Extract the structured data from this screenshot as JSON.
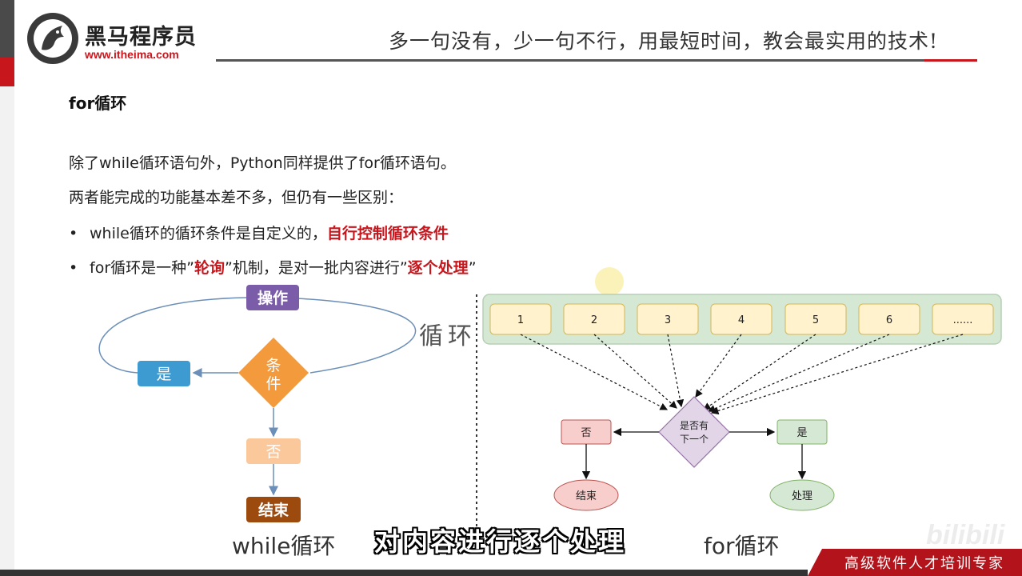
{
  "brand": {
    "name": "黑马程序员",
    "url": "www.itheima.com"
  },
  "slogan": "多一句没有，少一句不行，用最短时间，教会最实用的技术!",
  "section_title": "for循环",
  "paragraphs": [
    "除了while循环语句外，Python同样提供了for循环语句。",
    "两者能完成的功能基本差不多，但仍有一些区别："
  ],
  "bullets": [
    {
      "dot": "•",
      "text": "while循环的循环条件是自定义的，",
      "highlight": "自行控制循环条件",
      "tail": ""
    },
    {
      "dot": "•",
      "text": "for循环是一种”",
      "highlight": "轮询",
      "tail": "”机制，是对一批内容进行”",
      "highlight2": "逐个处理",
      "tail2": "”"
    }
  ],
  "while_diagram": {
    "action": "操作",
    "condition_top": "条",
    "condition_bottom": "件",
    "yes": "是",
    "no": "否",
    "end": "结束",
    "loop_label": "循环",
    "caption": "while循环"
  },
  "for_diagram": {
    "items": [
      "1",
      "2",
      "3",
      "4",
      "5",
      "6",
      "......"
    ],
    "decision_line1": "是否有",
    "decision_line2": "下一个",
    "no": "否",
    "yes": "是",
    "end": "结束",
    "process": "处理",
    "caption": "for循环"
  },
  "video_subtitle": "对内容进行逐个处理",
  "footer": "高级软件人才培训专家",
  "watermark": "bilibili",
  "colors": {
    "brand_red": "#c8161d",
    "action_purple": "#7b5ca8",
    "condition_orange": "#f39a3c",
    "yes_blue": "#3d9bd1",
    "no_peach": "#fbc89c",
    "end_brown": "#9c4a0e",
    "array_green": "#d5e8d4",
    "cell_yellow": "#fff2cc",
    "decision_purple": "#e1d5e7",
    "no_red_fill": "#f8cecc"
  }
}
